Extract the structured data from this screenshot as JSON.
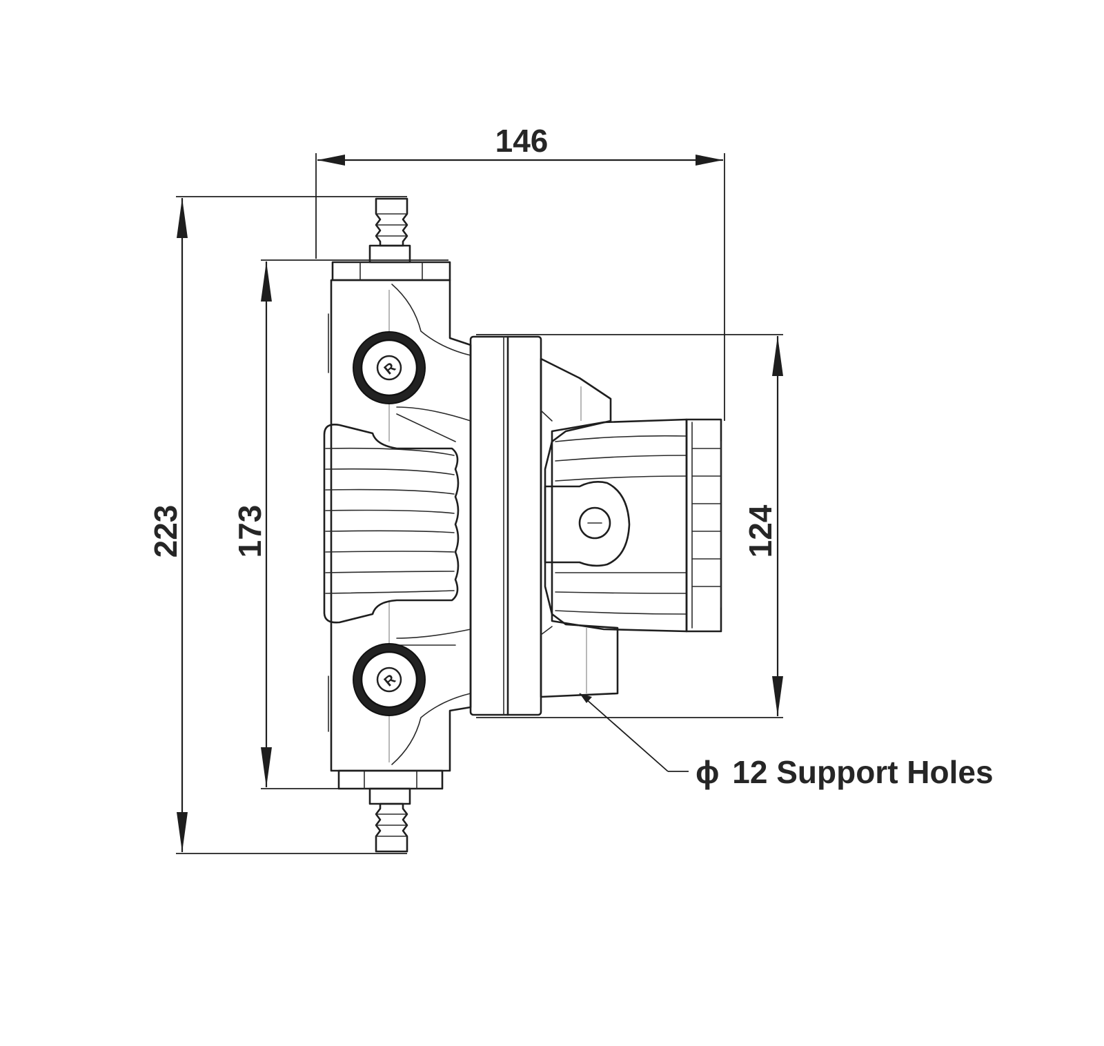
{
  "dimensions": {
    "width_overall": "146",
    "height_overall": "223",
    "height_body": "173",
    "height_mount": "124"
  },
  "callout": {
    "phi_symbol": "ϕ",
    "label": "12 Support Holes"
  }
}
